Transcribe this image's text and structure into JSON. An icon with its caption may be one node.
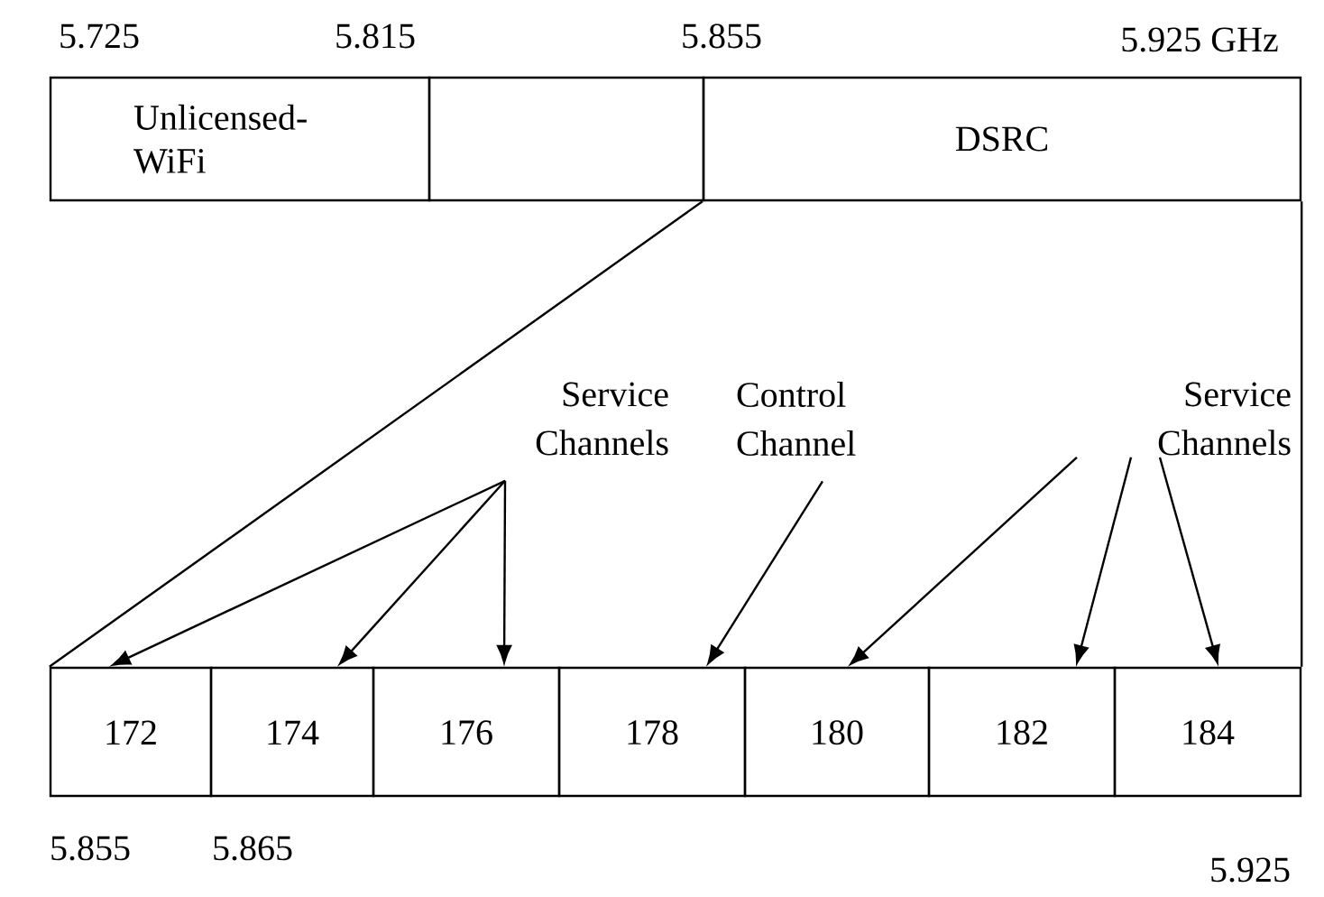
{
  "diagram": {
    "nodes": [
      {
        "text": [
          "Unlicensed- WiFi"
        ]
      },
      {
        "text": [],
        "shape": "box"
      },
      {
        "text": [
          "DSRC"
        ]
      },
      {
        "text": [
          "172"
        ]
      },
      {
        "text": [
          "174"
        ]
      },
      {
        "text": [
          "176"
        ]
      },
      {
        "text": [
          "178"
        ]
      },
      {
        "text": [
          "180"
        ]
      },
      {
        "text": [
          "182"
        ]
      },
      {
        "text": [
          "184"
        ]
      },
      {
        "text": [
          "Service Channels"
        ]
      },
      {
        "text": [
          "Control Channel"
        ]
      },
      {
        "text": [
          "Service Channels"
        ]
      }
    ],
    "edges": [
      {
        "from": 2,
        "to": 3,
        "arrow": "none"
      },
      {
        "from": 2,
        "to": 9,
        "arrow": "none"
      },
      {
        "from": 10,
        "to": 3,
        "arrow": "to"
      },
      {
        "from": 10,
        "to": 4,
        "arrow": "to"
      },
      {
        "from": 10,
        "to": 5,
        "arrow": "to"
      },
      {
        "from": 11,
        "to": 6,
        "arrow": "to"
      },
      {
        "from": 12,
        "to": 7,
        "arrow": "to"
      },
      {
        "from": 12,
        "to": 8,
        "arrow": "to"
      },
      {
        "from": 12,
        "to": 9,
        "arrow": "to"
      }
    ],
    "labels": [
      "5.725",
      "5.815",
      "5.855",
      "5.925 GHz",
      "5.855",
      "5.865",
      "5.925"
    ]
  }
}
